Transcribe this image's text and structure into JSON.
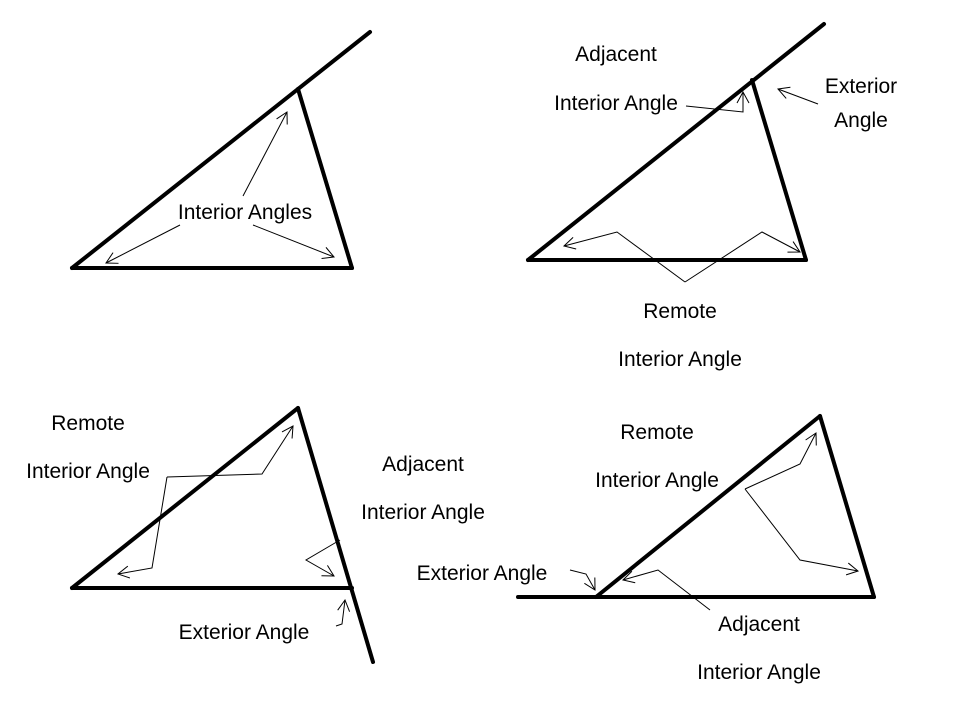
{
  "diagrams": {
    "top_left": {
      "label": "Interior Angles"
    },
    "top_right": {
      "adjacent_line1": "Adjacent",
      "adjacent_line2": "Interior Angle",
      "exterior_line1": "Exterior",
      "exterior_line2": "Angle",
      "remote_line1": "Remote",
      "remote_line2": "Interior Angle"
    },
    "bottom_left": {
      "remote_line1": "Remote",
      "remote_line2": "Interior Angle",
      "adjacent_line1": "Adjacent",
      "adjacent_line2": "Interior Angle",
      "exterior": "Exterior Angle"
    },
    "bottom_right": {
      "remote_line1": "Remote",
      "remote_line2": "Interior Angle",
      "exterior": "Exterior Angle",
      "adjacent_line1": "Adjacent",
      "adjacent_line2": "Interior Angle"
    }
  },
  "colors": {
    "line": "#000000",
    "background": "#ffffff"
  }
}
